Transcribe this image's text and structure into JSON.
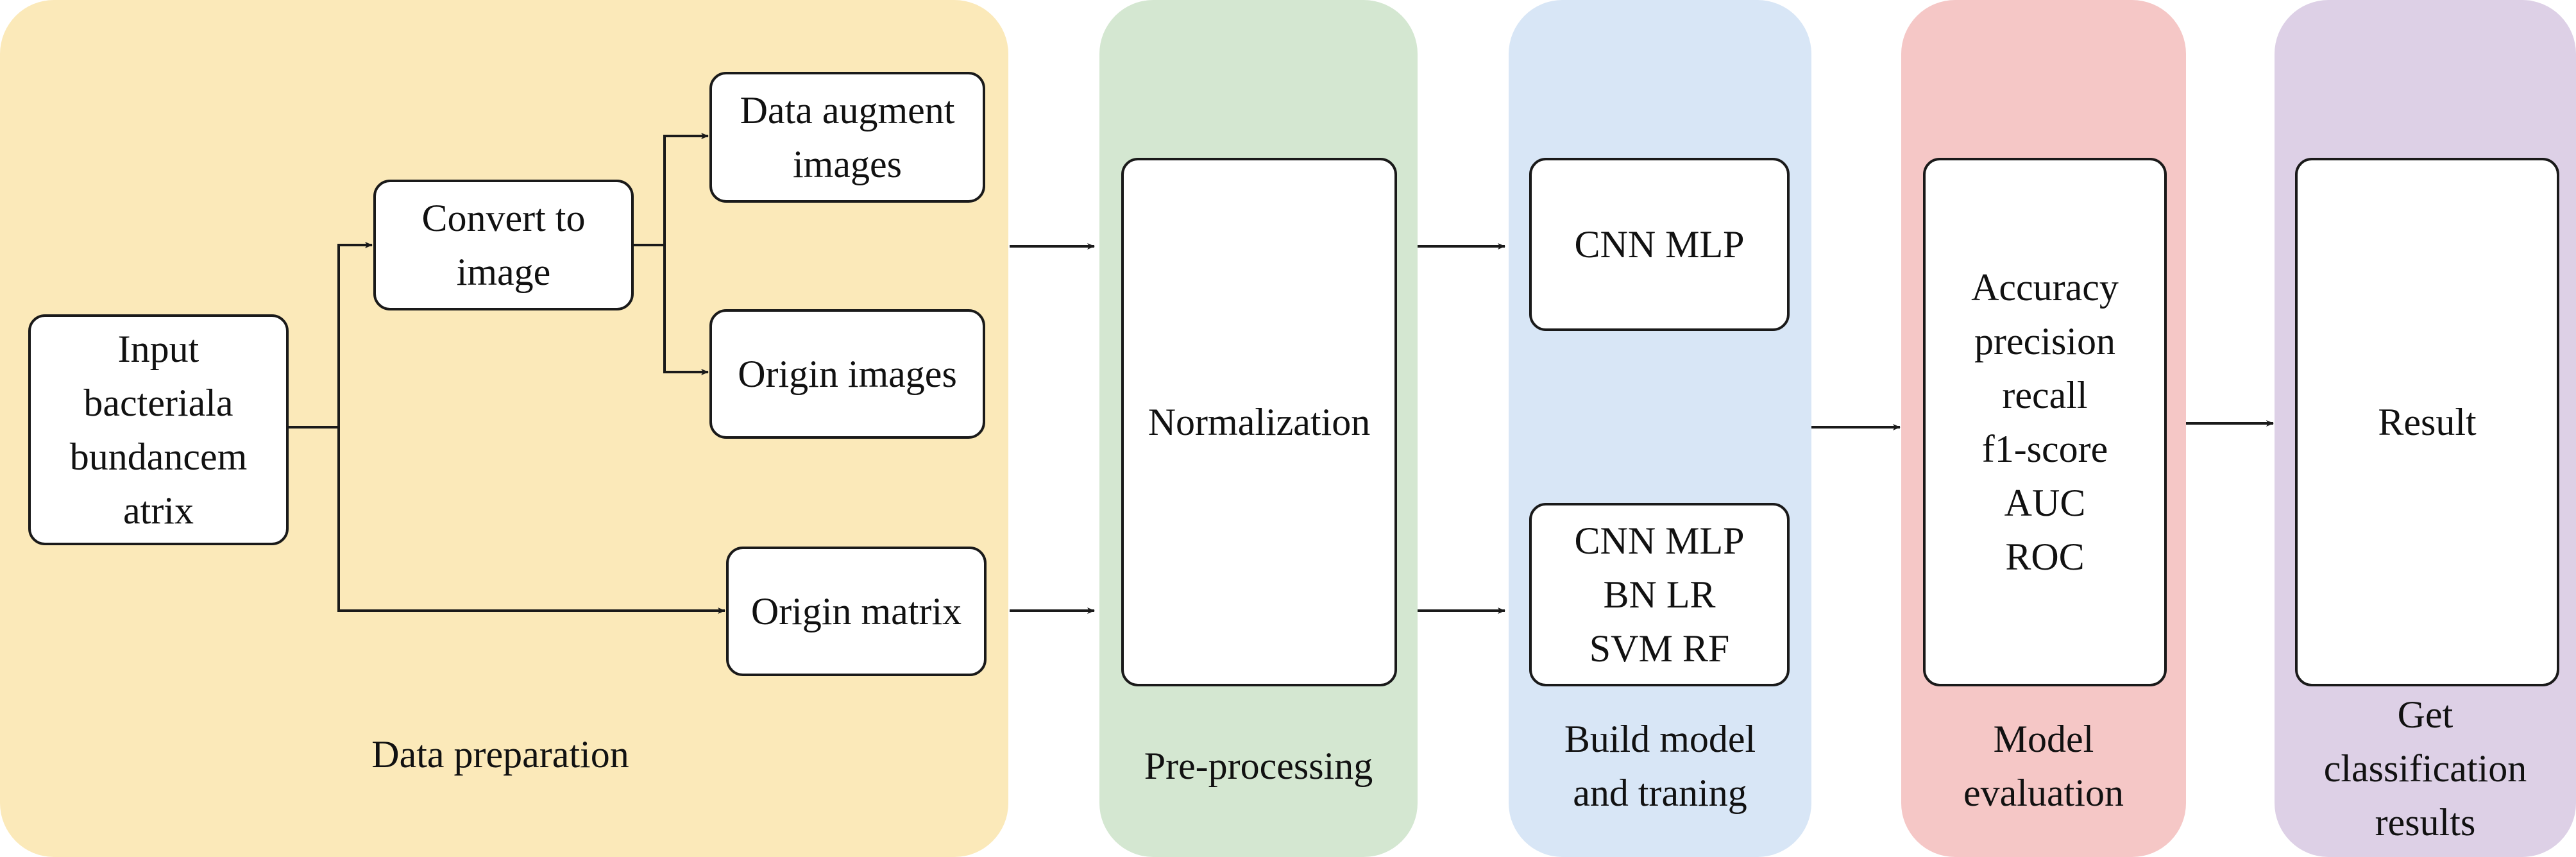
{
  "colors": {
    "data_preparation": "#fbe9b9",
    "pre_processing": "#d4e7d1",
    "build_model": "#d8e6f6",
    "model_evaluation": "#f5c7c6",
    "results": "#ddd0e6",
    "stroke": "#1a1a1a"
  },
  "stages": {
    "data_preparation": {
      "title": "Data preparation"
    },
    "pre_processing": {
      "title": "Pre-processing"
    },
    "build_model": {
      "title": [
        "Build model",
        "and traning"
      ]
    },
    "model_evaluation": {
      "title": [
        "Model",
        "evaluation"
      ]
    },
    "results": {
      "title": [
        "Get",
        "classification",
        "results"
      ]
    }
  },
  "nodes": {
    "input": {
      "lines": [
        "Input",
        "bacteriala",
        "bundancem",
        "atrix"
      ]
    },
    "convert": {
      "lines": [
        "Convert to",
        "image"
      ]
    },
    "augment": {
      "lines": [
        "Data augment",
        "images"
      ]
    },
    "origin_images": {
      "lines": [
        "Origin images"
      ]
    },
    "origin_matrix": {
      "lines": [
        "Origin matrix"
      ]
    },
    "normalization": {
      "lines": [
        "Normalization"
      ]
    },
    "cnn_mlp": {
      "lines": [
        "CNN MLP"
      ]
    },
    "models": {
      "lines": [
        "CNN  MLP",
        "BN LR",
        "SVM RF"
      ]
    },
    "metrics": {
      "lines": [
        "Accuracy",
        "precision",
        "recall",
        "f1-score",
        "AUC",
        "ROC"
      ]
    },
    "result": {
      "lines": [
        "Result"
      ]
    }
  }
}
